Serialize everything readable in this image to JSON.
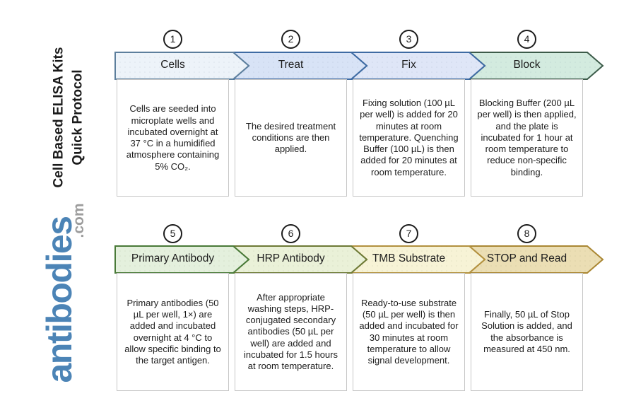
{
  "sidebar": {
    "title_line1": "Cell Based ELISA Kits",
    "title_line2": "Quick Protocol",
    "logo_text": "antibodies",
    "logo_suffix": ".com",
    "logo_color": "#4c84b6",
    "logo_suffix_color": "#9d9d9d"
  },
  "steps": [
    {
      "number": "1",
      "label": "Cells",
      "fill": "#edf3f9",
      "border": "#5d7f9d",
      "description": "Cells are seeded into microplate wells and incubated overnight at 37 °C in a humidified atmosphere containing 5% CO₂."
    },
    {
      "number": "2",
      "label": "Treat",
      "fill": "#d8e3f6",
      "border": "#3e6ba3",
      "description": "The desired treatment conditions are then applied."
    },
    {
      "number": "3",
      "label": "Fix",
      "fill": "#dfe6f7",
      "border": "#3e6ba3",
      "description": "Fixing solution (100 µL per well) is added for 20 minutes at room temperature. Quenching Buffer (100 µL) is then added for 20 minutes at room temperature."
    },
    {
      "number": "4",
      "label": "Block",
      "fill": "#d3ebdf",
      "border": "#3c5b49",
      "description": "Blocking Buffer (200 µL per well) is then applied, and the plate is incubated for 1 hour at room temperature to reduce non-specific binding."
    },
    {
      "number": "5",
      "label": "Primary Antibody",
      "fill": "#e4f0dd",
      "border": "#497a38",
      "description": "Primary antibodies (50 µL per well, 1×) are added and incubated overnight at 4 °C to allow specific binding to the target antigen."
    },
    {
      "number": "6",
      "label": "HRP Antibody",
      "fill": "#eaf1d8",
      "border": "#6d7a36",
      "description": "After appropriate washing steps, HRP-conjugated secondary antibodies (50 µL per well) are added and incubated for 1.5 hours at room temperature."
    },
    {
      "number": "7",
      "label": "TMB Substrate",
      "fill": "#f7f3d6",
      "border": "#b3913f",
      "description": "Ready-to-use substrate (50 µL per well) is then added and incubated for 30 minutes at room temperature to allow signal development."
    },
    {
      "number": "8",
      "label": "STOP and Read",
      "fill": "#ebdeb4",
      "border": "#aa8733",
      "description": "Finally, 50 µL of Stop Solution is added, and the absorbance is measured at 450 nm."
    }
  ]
}
